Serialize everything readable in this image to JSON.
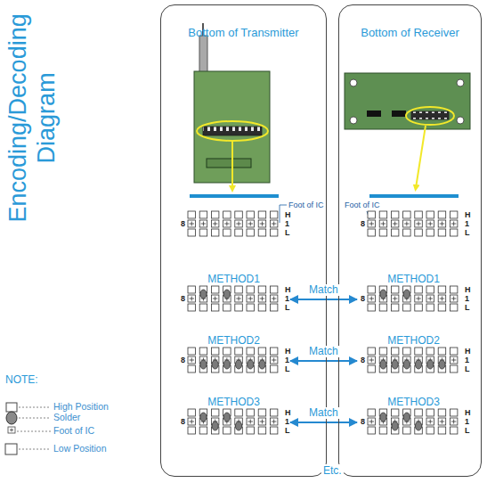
{
  "diagram": {
    "title": "Encoding/Decoding Diagram",
    "nodes": [
      {
        "text": [
          "Bottom of Transmitter"
        ]
      },
      {
        "text": [
          "METHOD1"
        ],
        "in": 0
      },
      {
        "text": [
          "METHOD2"
        ],
        "in": 0
      },
      {
        "text": [
          "METHOD3"
        ],
        "in": 0
      },
      {
        "text": [
          "Bottom of Receiver"
        ]
      },
      {
        "text": [
          "METHOD1"
        ],
        "in": 4
      },
      {
        "text": [
          "METHOD2"
        ],
        "in": 4
      },
      {
        "text": [
          "METHOD3"
        ],
        "in": 4
      }
    ],
    "edges": [
      {
        "from": 1,
        "to": 5,
        "arrow": "both",
        "label": "Match"
      },
      {
        "from": 2,
        "to": 6,
        "arrow": "both",
        "label": "Match"
      },
      {
        "from": 3,
        "to": 7,
        "arrow": "both",
        "label": "Match"
      }
    ],
    "labels": [
      "Foot of IC",
      "H",
      "8",
      "1",
      "L",
      "Foot of IC",
      "H",
      "8",
      "1",
      "L",
      "H",
      "8",
      "1",
      "L",
      "H",
      "8",
      "1",
      "L",
      "H",
      "8",
      "1",
      "L",
      "H",
      "8",
      "1",
      "L",
      "H",
      "8",
      "1",
      "L",
      "H",
      "8",
      "1",
      "L",
      "NOTE:",
      "Etc."
    ],
    "legend": [
      {
        "text": "High Position"
      },
      {
        "text": "Solder"
      },
      {
        "text": "Foot of IC"
      },
      {
        "text": "Low Position"
      }
    ]
  }
}
